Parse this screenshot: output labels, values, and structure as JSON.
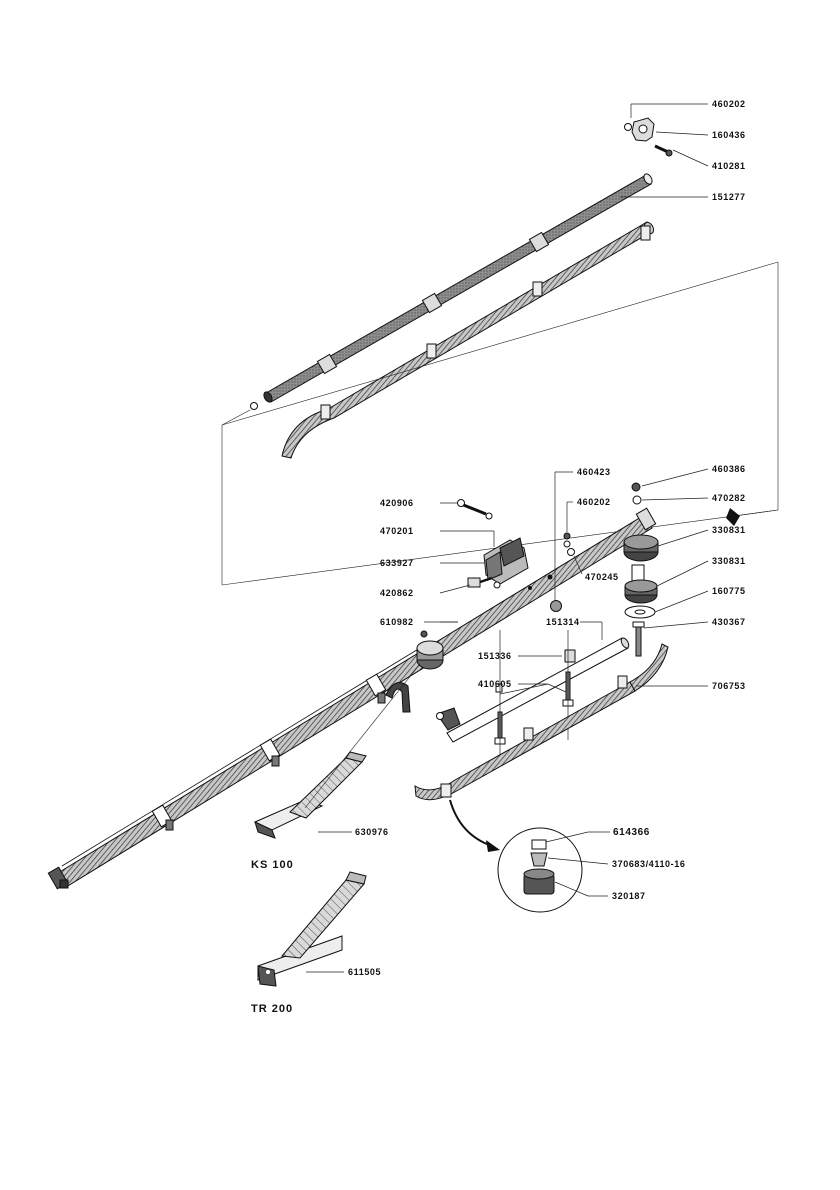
{
  "parts": {
    "p460202_top": "460202",
    "p160436": "160436",
    "p410281": "410281",
    "p151277": "151277",
    "p460423": "460423",
    "p460386": "460386",
    "p420906": "420906",
    "p460202_mid": "460202",
    "p470282": "470282",
    "p470201": "470201",
    "p330831_a": "330831",
    "p633927": "633927",
    "p470245": "470245",
    "p330831_b": "330831",
    "p420862": "420862",
    "p160775": "160775",
    "p610982": "610982",
    "p151314": "151314",
    "p430367": "430367",
    "p151336": "151336",
    "p410605": "410605",
    "p706753": "706753",
    "p630976": "630976",
    "p614366": "614366",
    "p370683": "370683/4110-16",
    "p320187": "320187",
    "p611505": "611505"
  },
  "models": {
    "ks100": "KS 100",
    "tr200": "TR 200"
  },
  "colors": {
    "ink": "#111111",
    "paper": "#ffffff",
    "shade": "#9a9a9a"
  }
}
